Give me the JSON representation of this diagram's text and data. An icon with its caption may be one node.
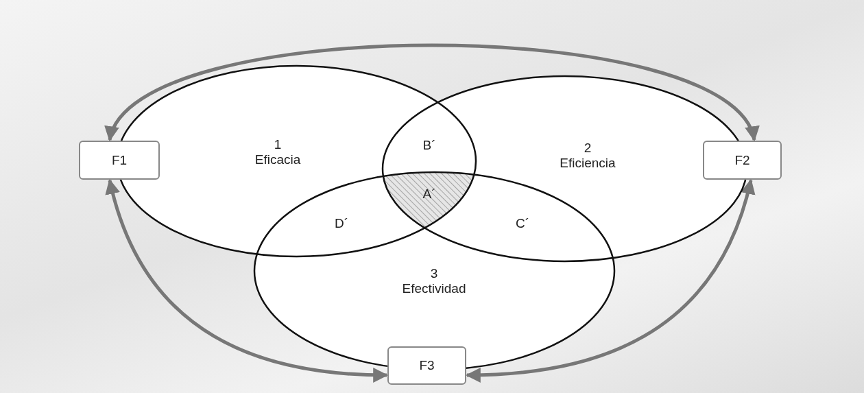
{
  "diagram": {
    "nodes": [
      {
        "text": [
          "F1"
        ]
      },
      {
        "text": [
          "1",
          "Eficacia"
        ]
      },
      {
        "text": [
          "2",
          "Eficiencia"
        ]
      },
      {
        "text": [
          "F2"
        ]
      },
      {
        "text": [
          "3",
          "Efectividad"
        ]
      },
      {
        "text": [
          "F3"
        ]
      }
    ],
    "edges": [
      {
        "from": 0,
        "to": 3,
        "arrow": "both"
      },
      {
        "from": 0,
        "to": 5,
        "arrow": "both"
      },
      {
        "from": 3,
        "to": 5,
        "arrow": "both"
      }
    ],
    "labels": [
      "B´",
      "A´",
      "D´",
      "C´"
    ]
  }
}
